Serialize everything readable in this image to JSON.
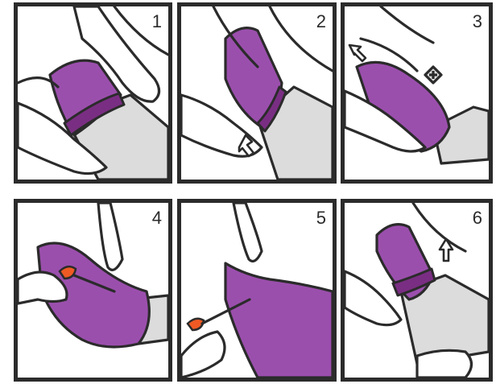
{
  "steps": [
    {
      "number": "1"
    },
    {
      "number": "2"
    },
    {
      "number": "3"
    },
    {
      "number": "4"
    },
    {
      "number": "5"
    },
    {
      "number": "6"
    }
  ],
  "colors": {
    "sock": "#9b4fad",
    "cuff": "#7a2e83",
    "leg": "#dcdcdc",
    "scissors": "#ef5a24",
    "outline": "#2b2b2b"
  }
}
